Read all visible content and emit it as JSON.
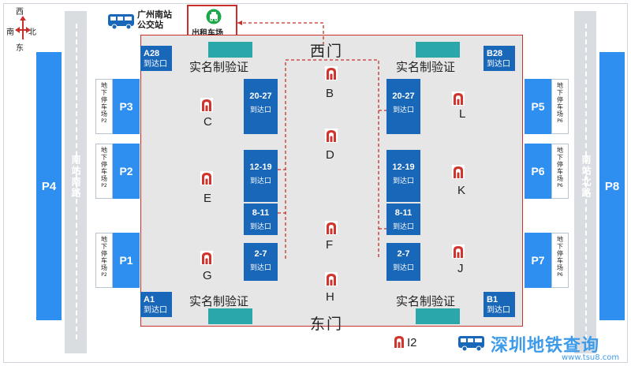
{
  "compass": {
    "north": "北",
    "south": "南",
    "east": "东",
    "west": "西"
  },
  "bus_station": {
    "label_line1": "广州南站",
    "label_line2": "公交站"
  },
  "taxi": {
    "label": "出租车场"
  },
  "gates": {
    "west": "西门",
    "east": "东门"
  },
  "verify": "实名制验证",
  "corners": {
    "a28": {
      "id": "A28",
      "sub": "到达口"
    },
    "b28": {
      "id": "B28",
      "sub": "到达口"
    },
    "a1": {
      "id": "A1",
      "sub": "到达口"
    },
    "b1": {
      "id": "B1",
      "sub": "到达口"
    }
  },
  "arrival_blocks": {
    "left": [
      {
        "num": "20-27",
        "sub": "到达口"
      },
      {
        "num": "12-19",
        "sub": "到达口"
      },
      {
        "num": "8-11",
        "sub": "到达口"
      },
      {
        "num": "2-7",
        "sub": "到达口"
      }
    ],
    "right": [
      {
        "num": "20-27",
        "sub": "到达口"
      },
      {
        "num": "12-19",
        "sub": "到达口"
      },
      {
        "num": "8-11",
        "sub": "到达口"
      },
      {
        "num": "2-7",
        "sub": "到达口"
      }
    ]
  },
  "exits": [
    "B",
    "C",
    "D",
    "E",
    "F",
    "G",
    "H",
    "L",
    "K",
    "J"
  ],
  "exit_i2": "I2",
  "parking": {
    "p1": "P1",
    "p2": "P2",
    "p3": "P3",
    "p4": "P4",
    "p5": "P5",
    "p6": "P6",
    "p7": "P7",
    "p8": "P8",
    "underground_label": [
      "地",
      "下",
      "停",
      "车",
      "场"
    ],
    "left_tag": "P2",
    "right_tag": "P6"
  },
  "roads": {
    "left": "南站南路",
    "right": "南站北路"
  },
  "watermark": {
    "text": "深圳地铁查询",
    "url": "www.tsu8.com"
  },
  "colors": {
    "accent": "#1967b8",
    "parking": "#2e8ff0",
    "station_border": "#c9302c",
    "taxi": "#1ca84a"
  },
  "icons": {
    "exit": "metro-exit-icon",
    "bus": "bus-icon",
    "taxi": "taxi-icon"
  }
}
